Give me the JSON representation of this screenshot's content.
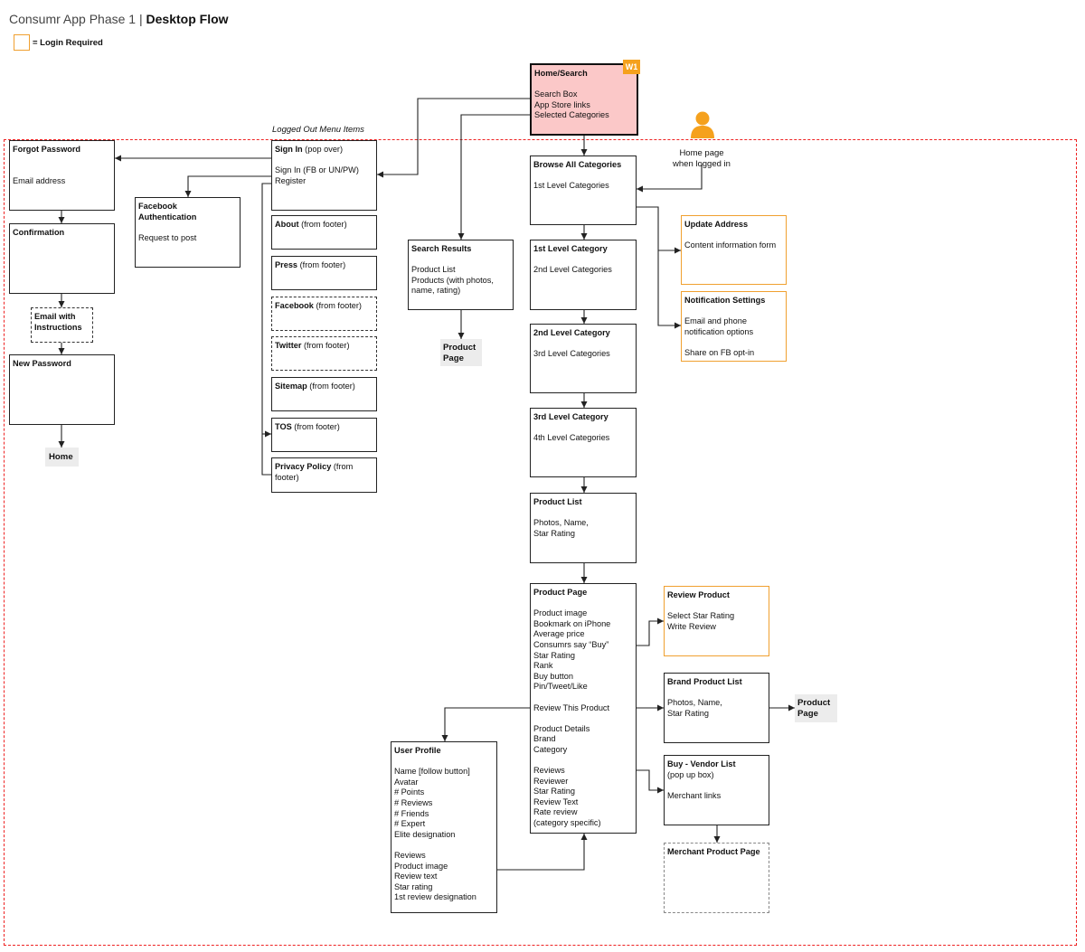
{
  "header": {
    "title": "Consumr App Phase 1",
    "separator": " | ",
    "subtitle": "Desktop Flow"
  },
  "legend": {
    "label": "= Login Required",
    "swatch_color": "#f0a030"
  },
  "captions": {
    "logged_out_menu": "Logged Out Menu Items",
    "home_logged_in": "Home page\nwhen logged in"
  },
  "badge": {
    "label": "W1"
  },
  "colors": {
    "region_border": "#e22222",
    "home_fill": "#fbc8c8",
    "login_required": "#f0a030",
    "user_icon": "#f5a11d"
  },
  "boxes": {
    "home": {
      "title": "Home/Search",
      "body": "\nSearch Box\nApp Store links\nSelected Categories"
    },
    "forgot": {
      "title": "Forgot Password",
      "body": "\n\nEmail address"
    },
    "confirmation": {
      "title": "Confirmation",
      "body": ""
    },
    "email_instr": {
      "title": "Email with\nInstructions",
      "body": ""
    },
    "new_password": {
      "title": "New Password",
      "body": ""
    },
    "home_link": {
      "title": "Home",
      "body": ""
    },
    "fb_auth": {
      "title": "Facebook\nAuthentication",
      "body": "\nRequest to post"
    },
    "signin": {
      "title": "Sign In",
      "title_suffix": " (pop over)",
      "body": "\nSign In (FB or UN/PW)\nRegister"
    },
    "about": {
      "title": "About",
      "title_suffix": " (from footer)",
      "body": ""
    },
    "press": {
      "title": "Press",
      "title_suffix": " (from footer)",
      "body": ""
    },
    "facebook": {
      "title": "Facebook",
      "title_suffix": " (from footer)",
      "body": ""
    },
    "twitter": {
      "title": "Twitter",
      "title_suffix": " (from footer)",
      "body": ""
    },
    "sitemap": {
      "title": "Sitemap",
      "title_suffix": " (from footer)",
      "body": ""
    },
    "tos": {
      "title": "TOS",
      "title_suffix": " (from footer)",
      "body": ""
    },
    "privacy": {
      "title": "Privacy Policy",
      "title_suffix": " (from\nfooter)",
      "body": ""
    },
    "search_results": {
      "title": "Search Results",
      "body": "\nProduct List\n  Products (with photos,\nname, rating)"
    },
    "product_page_link1": {
      "title": "Product\nPage",
      "body": ""
    },
    "browse_all": {
      "title": "Browse All Categories",
      "body": "\n1st Level Categories"
    },
    "cat1": {
      "title": "1st Level Category",
      "body": "\n2nd Level Categories"
    },
    "cat2": {
      "title": "2nd Level Category",
      "body": "\n3rd Level Categories"
    },
    "cat3": {
      "title": "3rd Level Category",
      "body": "\n4th Level Categories"
    },
    "product_list": {
      "title": "Product List",
      "body": "\nPhotos, Name,\nStar Rating"
    },
    "product_page": {
      "title": "Product Page",
      "body": "\nProduct image\nBookmark on iPhone\nAverage price\nConsumrs say “Buy”\nStar Rating\nRank\nBuy button\nPin/Tweet/Like\n\nReview This Product\n\nProduct Details\nBrand\nCategory\n\nReviews\n  Reviewer\n  Star Rating\n  Review Text\n  Rate review\n      (category specific)"
    },
    "update_address": {
      "title": "Update Address",
      "body": "\nContent information form"
    },
    "notification": {
      "title": "Notification Settings",
      "body": "\nEmail and phone\nnotification options\n\nShare on FB opt-in"
    },
    "review_product": {
      "title": "Review Product",
      "body": "\nSelect Star Rating\nWrite Review"
    },
    "brand_list": {
      "title": "Brand Product List",
      "body": "\nPhotos, Name,\nStar Rating"
    },
    "product_page_link2": {
      "title": "Product\nPage",
      "body": ""
    },
    "vendor_list": {
      "title": "Buy - Vendor List",
      "body": "(pop up box)\n\nMerchant links"
    },
    "merchant_page": {
      "title": "Merchant Product Page",
      "body": ""
    },
    "user_profile": {
      "title": "User Profile",
      "body": "\nName [follow button]\nAvatar\n# Points\n# Reviews\n# Friends\n# Expert\nElite designation\n\nReviews\n  Product image\n  Review text\n  Star rating\n  1st review designation"
    }
  }
}
